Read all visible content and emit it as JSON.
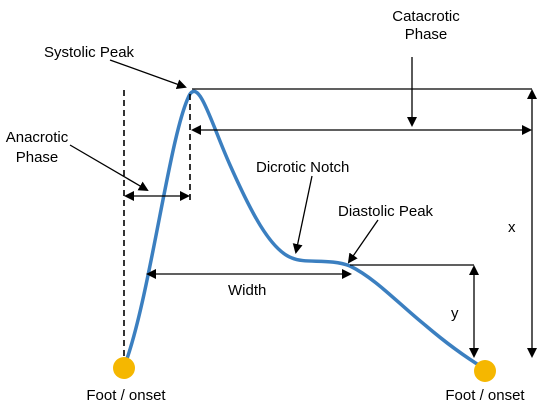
{
  "labels": {
    "systolic_peak": "Systolic Peak",
    "catacrotic_line1": "Catacrotic",
    "catacrotic_line2": "Phase",
    "anacrotic_line1": "Anacrotic",
    "anacrotic_line2": "Phase",
    "dicrotic_notch": "Dicrotic Notch",
    "diastolic_peak": "Diastolic Peak",
    "width": "Width",
    "x": "x",
    "y": "y",
    "foot_left": "Foot / onset",
    "foot_right": "Foot / onset"
  },
  "colors": {
    "waveform": "#3b7fc0",
    "onset_dot": "#f5b700",
    "lines": "#000000",
    "background": "#ffffff"
  }
}
